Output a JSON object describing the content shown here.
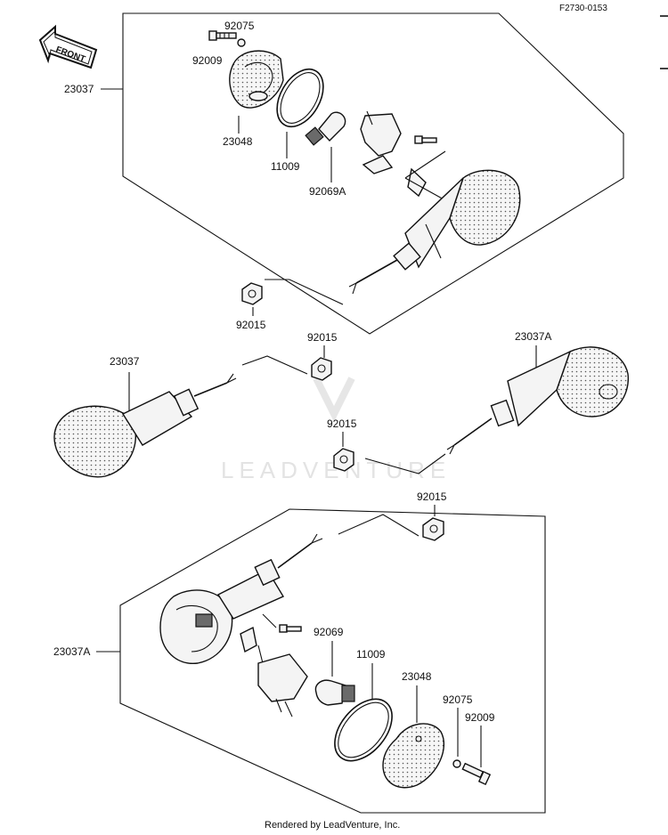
{
  "figure_code": "F2730-0153",
  "front_label": "FRONT",
  "footer": "Rendered by LeadVenture, Inc.",
  "watermark": "LEADVENTURE",
  "callouts": {
    "top_92075": "92075",
    "top_92009": "92009",
    "top_23037": "23037",
    "top_23048": "23048",
    "top_11009": "11009",
    "top_92069A": "92069A",
    "nut_upper_92015": "92015",
    "mid_left_23037": "23037",
    "mid_92015": "92015",
    "mid_23037A": "23037A",
    "mid_lower_92015": "92015",
    "bot_92015": "92015",
    "bot_23037A": "23037A",
    "bot_92069": "92069",
    "bot_11009": "11009",
    "bot_23048": "23048",
    "bot_92075": "92075",
    "bot_92009": "92009"
  }
}
